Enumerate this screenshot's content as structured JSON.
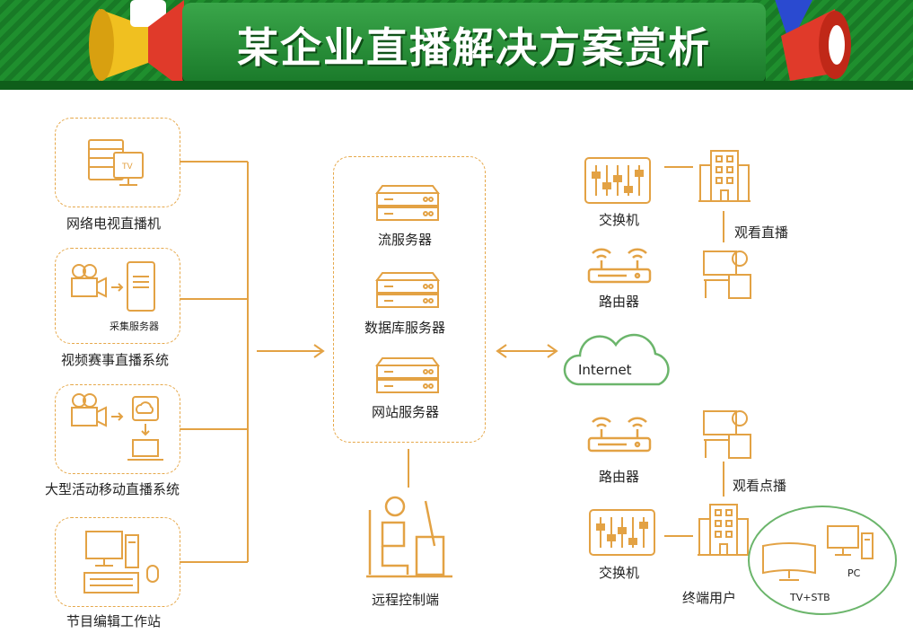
{
  "title": "某企业直播解决方案赏析",
  "colors": {
    "accent": "#e3a244",
    "banner_green": "#1f8f2e",
    "cloud_green": "#6bb56b"
  },
  "sources": [
    {
      "label": "网络电视直播机",
      "icon": "tv-broadcast-icon"
    },
    {
      "label": "视频赛事直播系统",
      "icon": "camera-server-icon",
      "sublabel": "采集服务器"
    },
    {
      "label": "大型活动移动直播系统",
      "icon": "camera-cloud-laptop-icon"
    },
    {
      "label": "节目编辑工作站",
      "icon": "workstation-icon"
    }
  ],
  "servers": [
    "流服务器",
    "数据库服务器",
    "网站服务器"
  ],
  "remote_control": "远程控制端",
  "internet": "Internet",
  "top_network": {
    "switch": "交换机",
    "router": "路由器",
    "watch": "观看直播"
  },
  "bottom_network": {
    "router": "路由器",
    "switch": "交换机",
    "watch": "观看点播",
    "terminal": "终端用户"
  },
  "terminals": {
    "tv": "TV+STB",
    "pc": "PC"
  }
}
